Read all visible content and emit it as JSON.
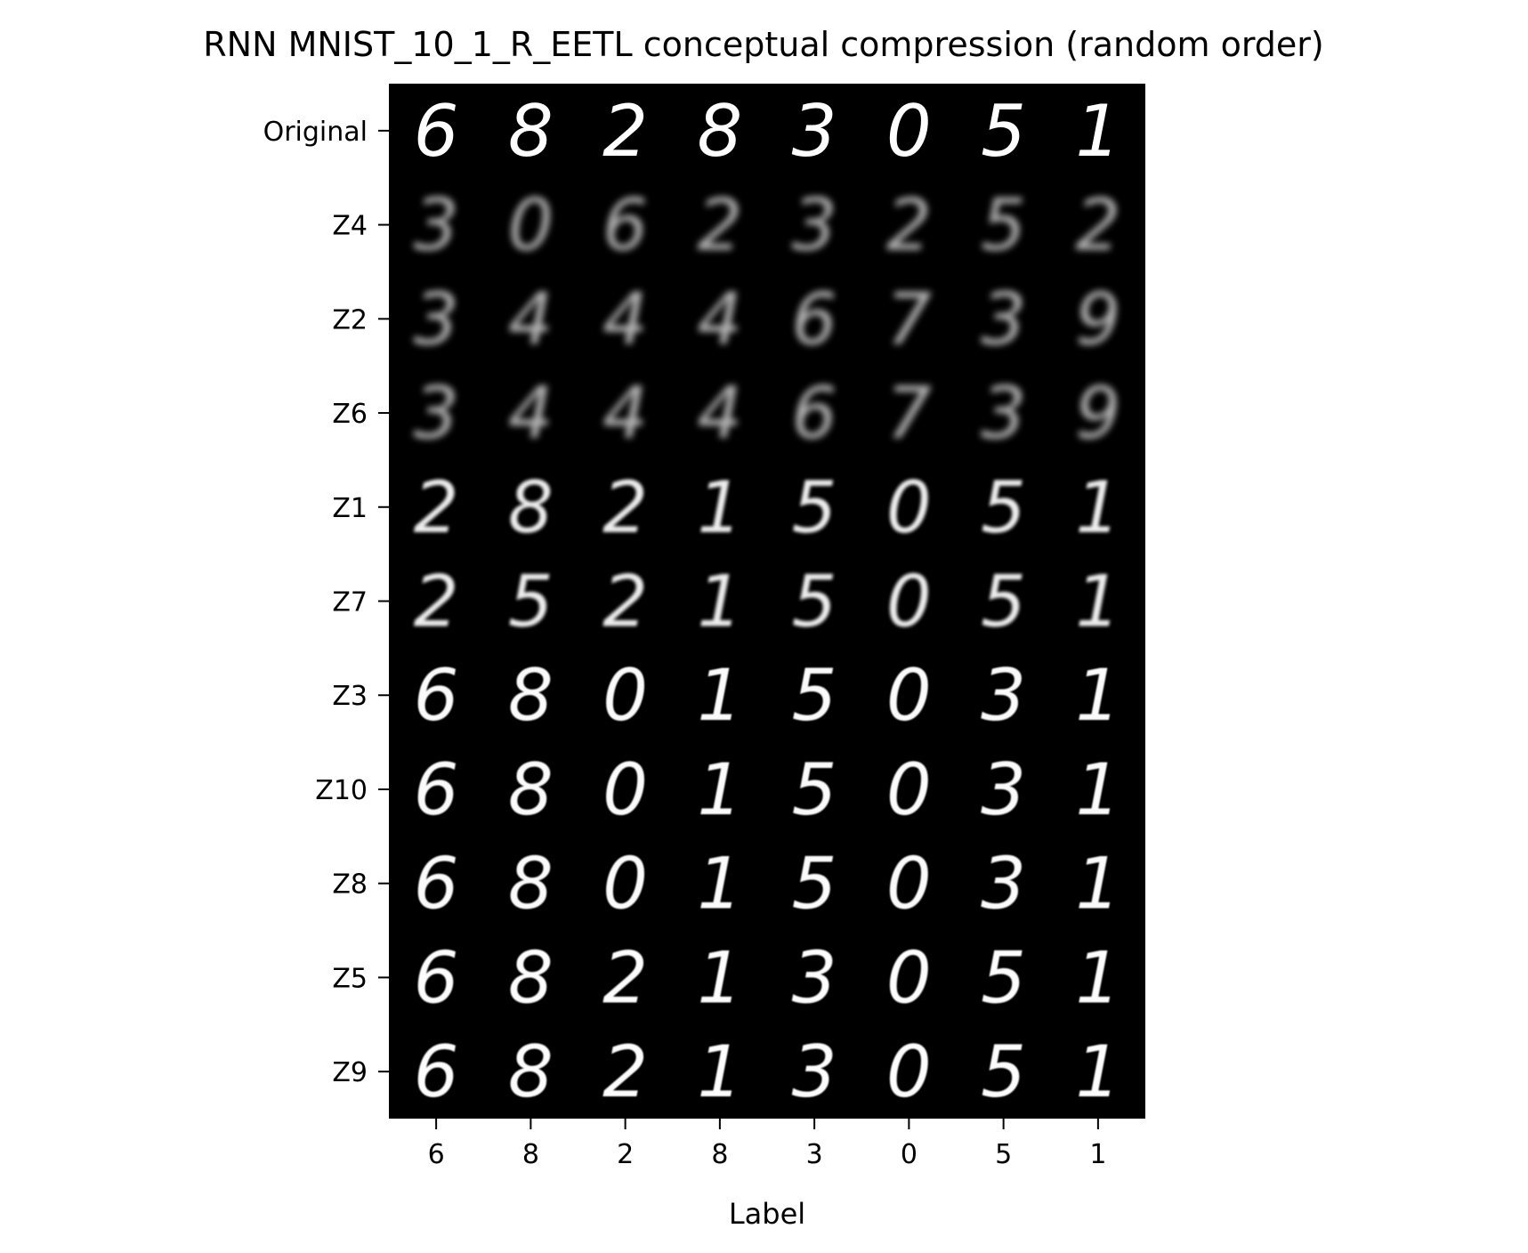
{
  "chart_data": {
    "type": "image_grid",
    "title": "RNN MNIST_10_1_R_EETL conceptual compression (random order)",
    "xlabel": "Label",
    "ylabel": "",
    "columns": [
      "6",
      "8",
      "2",
      "8",
      "3",
      "0",
      "5",
      "1"
    ],
    "rows": [
      "Original",
      "Z4",
      "Z2",
      "Z6",
      "Z1",
      "Z7",
      "Z3",
      "Z10",
      "Z8",
      "Z5",
      "Z9"
    ],
    "cells": [
      [
        "6",
        "8",
        "2",
        "8",
        "3",
        "0",
        "5",
        "1"
      ],
      [
        "3",
        "0",
        "6",
        "2",
        "3",
        "2",
        "5",
        "2"
      ],
      [
        "3",
        "4",
        "4",
        "4",
        "6",
        "7",
        "3",
        "9"
      ],
      [
        "3",
        "4",
        "4",
        "4",
        "6",
        "7",
        "3",
        "9"
      ],
      [
        "2",
        "8",
        "2",
        "1",
        "5",
        "0",
        "5",
        "1"
      ],
      [
        "2",
        "5",
        "2",
        "1",
        "5",
        "0",
        "5",
        "1"
      ],
      [
        "6",
        "8",
        "0",
        "1",
        "5",
        "0",
        "3",
        "1"
      ],
      [
        "6",
        "8",
        "0",
        "1",
        "5",
        "0",
        "3",
        "1"
      ],
      [
        "6",
        "8",
        "0",
        "1",
        "5",
        "0",
        "3",
        "1"
      ],
      [
        "6",
        "8",
        "2",
        "1",
        "3",
        "0",
        "5",
        "1"
      ],
      [
        "6",
        "8",
        "2",
        "1",
        "3",
        "0",
        "5",
        "1"
      ]
    ],
    "clarity": [
      1.0,
      0.35,
      0.4,
      0.4,
      0.85,
      0.85,
      0.95,
      0.95,
      0.95,
      0.97,
      0.97
    ],
    "background_color": "#000000",
    "digit_color": "#ffffff"
  }
}
